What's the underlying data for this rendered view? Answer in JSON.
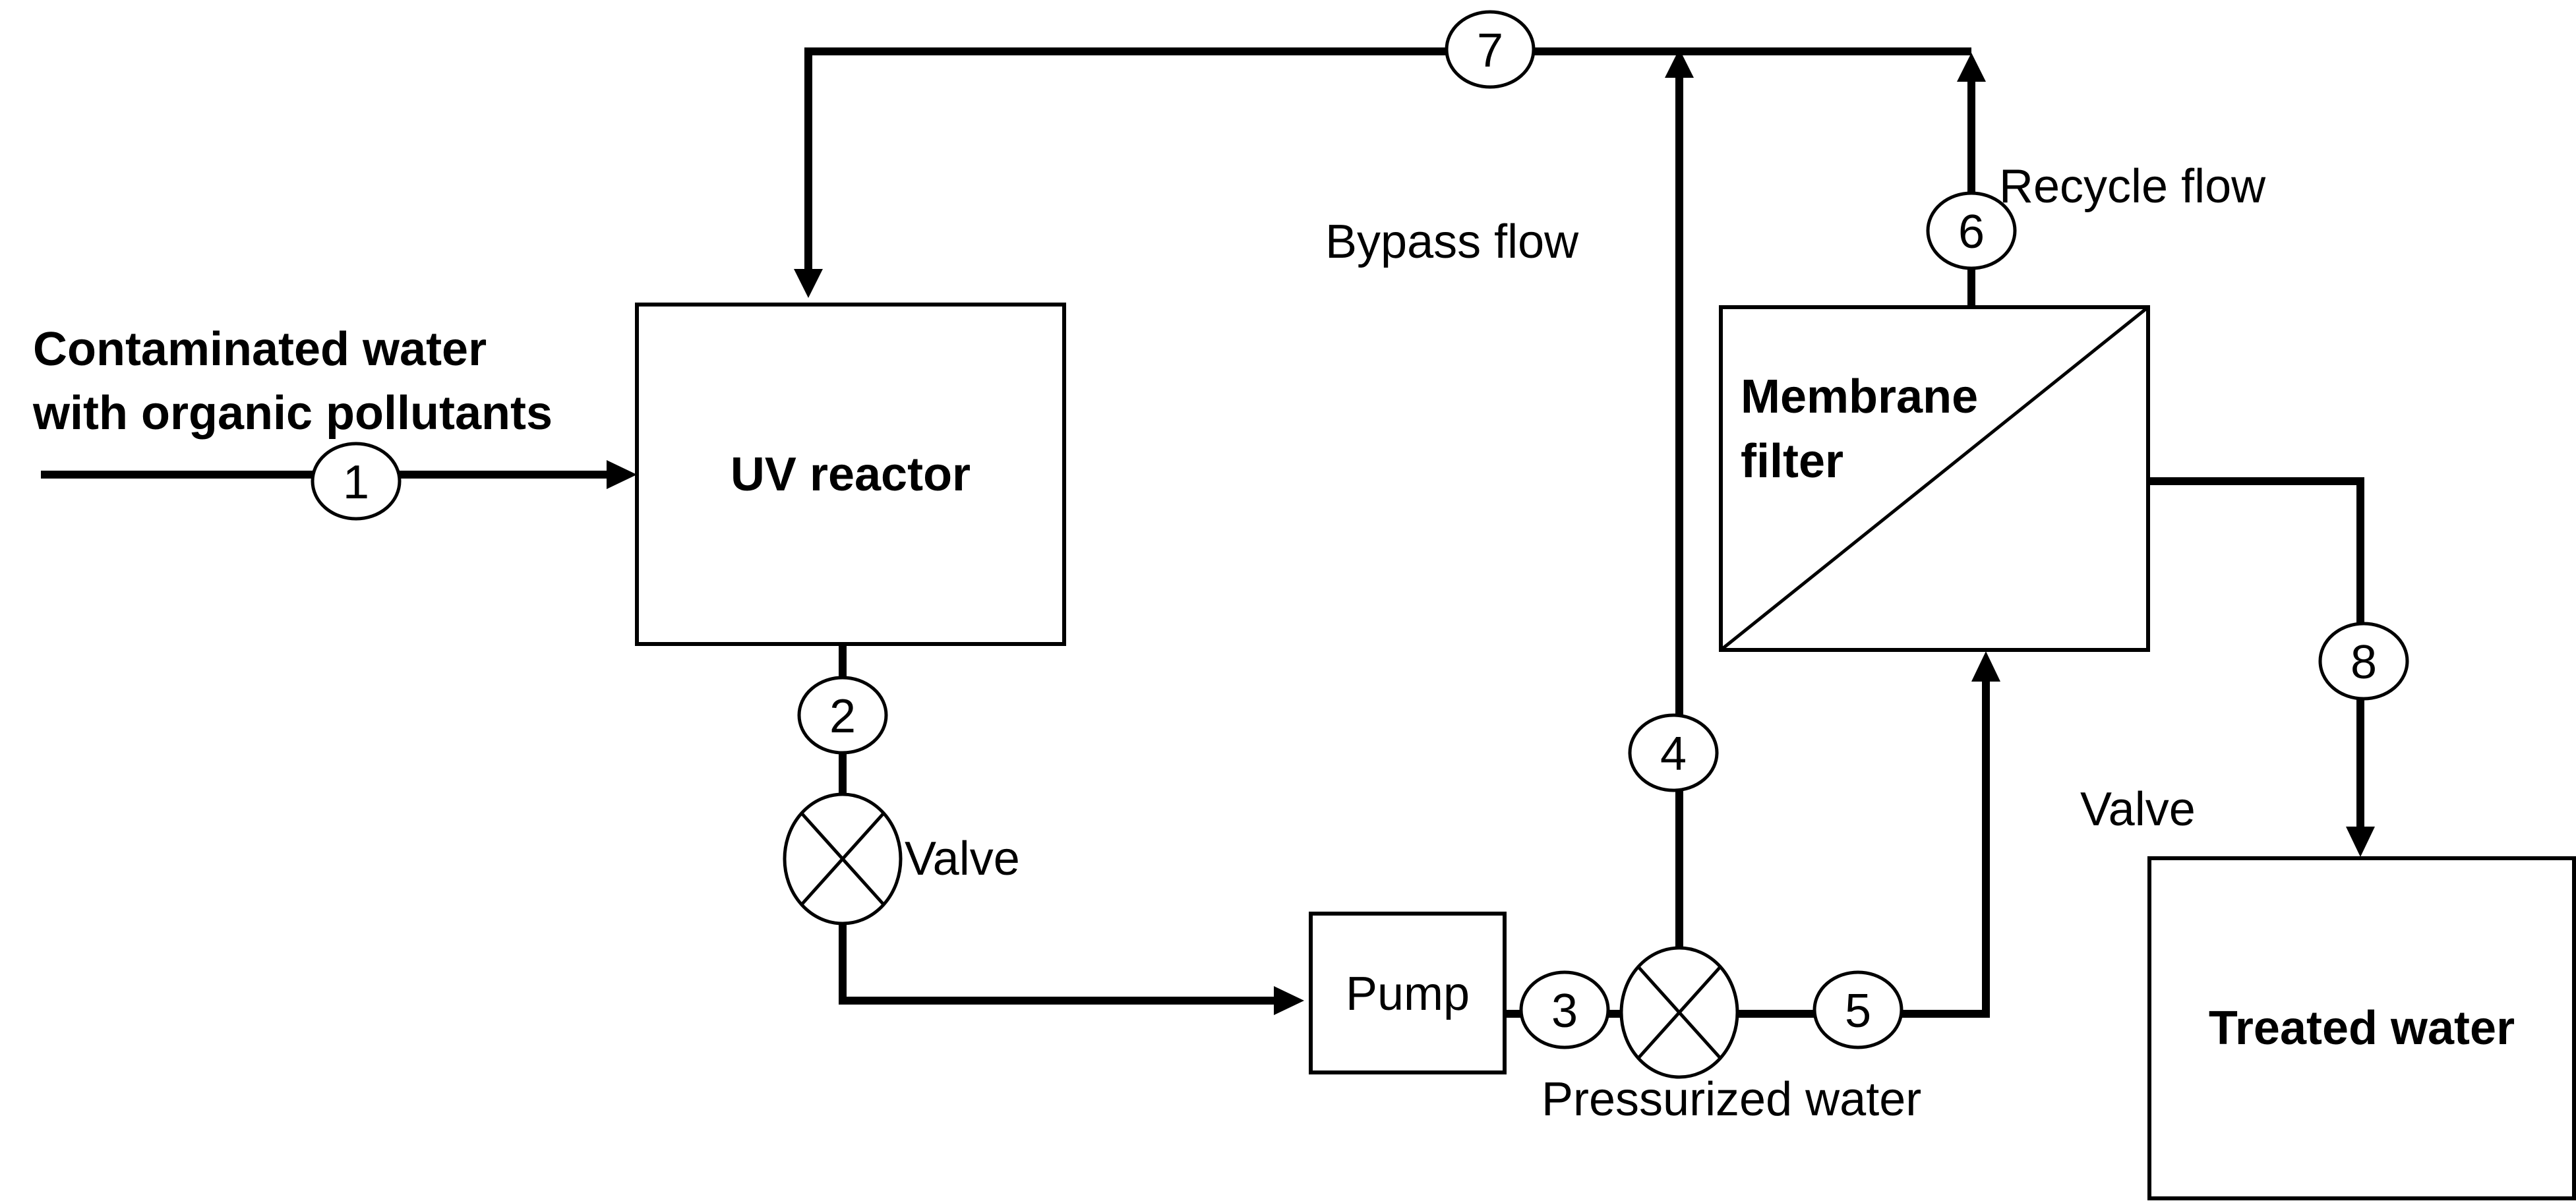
{
  "labels": {
    "input_line1": "Contaminated water",
    "input_line2": "with organic pollutants",
    "uv_reactor": "UV reactor",
    "valve_left": "Valve",
    "pump": "Pump",
    "pressurized": "Pressurized water",
    "bypass": "Bypass flow",
    "membrane_line1": "Membrane",
    "membrane_line2": "filter",
    "recycle": "Recycle flow",
    "valve_right": "Valve",
    "treated": "Treated water"
  },
  "streams": [
    "1",
    "2",
    "3",
    "4",
    "5",
    "6",
    "7",
    "8"
  ]
}
